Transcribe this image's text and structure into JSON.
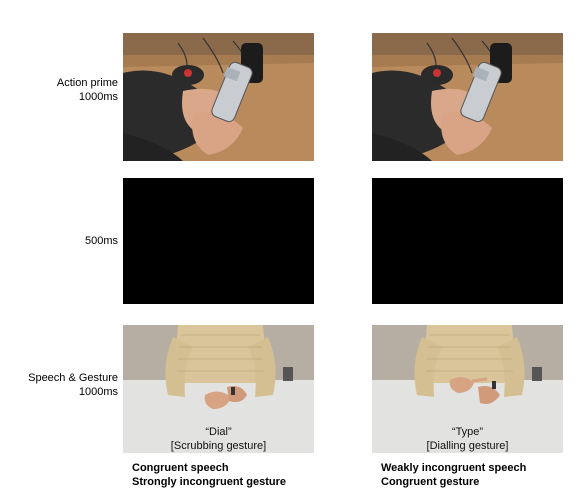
{
  "rows": {
    "prime": {
      "line1": "Action prime",
      "line2": "1000ms"
    },
    "blank": {
      "line1": "500ms"
    },
    "speech": {
      "line1": "Speech & Gesture",
      "line2": "1000ms"
    }
  },
  "columns": [
    {
      "speech_word": "“Dial”",
      "gesture": "[Scrubbing gesture]",
      "condition_line1": "Congruent speech",
      "condition_line2": "Strongly incongruent gesture"
    },
    {
      "speech_word": "“Type”",
      "gesture": "[Dialling gesture]",
      "condition_line1": "Weakly incongruent speech",
      "condition_line2": "Congruent gesture"
    }
  ],
  "colors": {
    "blank_screen": "#000000",
    "table_wood": "#b8895a",
    "room_wall": "#b7aea4",
    "sweater": "#d8c497"
  }
}
